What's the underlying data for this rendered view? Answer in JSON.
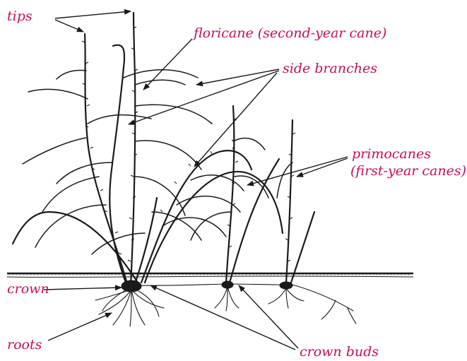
{
  "colors": {
    "label": "#c0105a",
    "ink": "#1a1a1a",
    "background": "#ffffff"
  },
  "labels": {
    "tips": "tips",
    "floricane": "floricane (second-year cane)",
    "side_branches": "side branches",
    "primocanes": "primocanes",
    "primocanes_sub": "(first-year canes)",
    "crown": "crown",
    "roots": "roots",
    "crown_buds": "crown buds"
  }
}
